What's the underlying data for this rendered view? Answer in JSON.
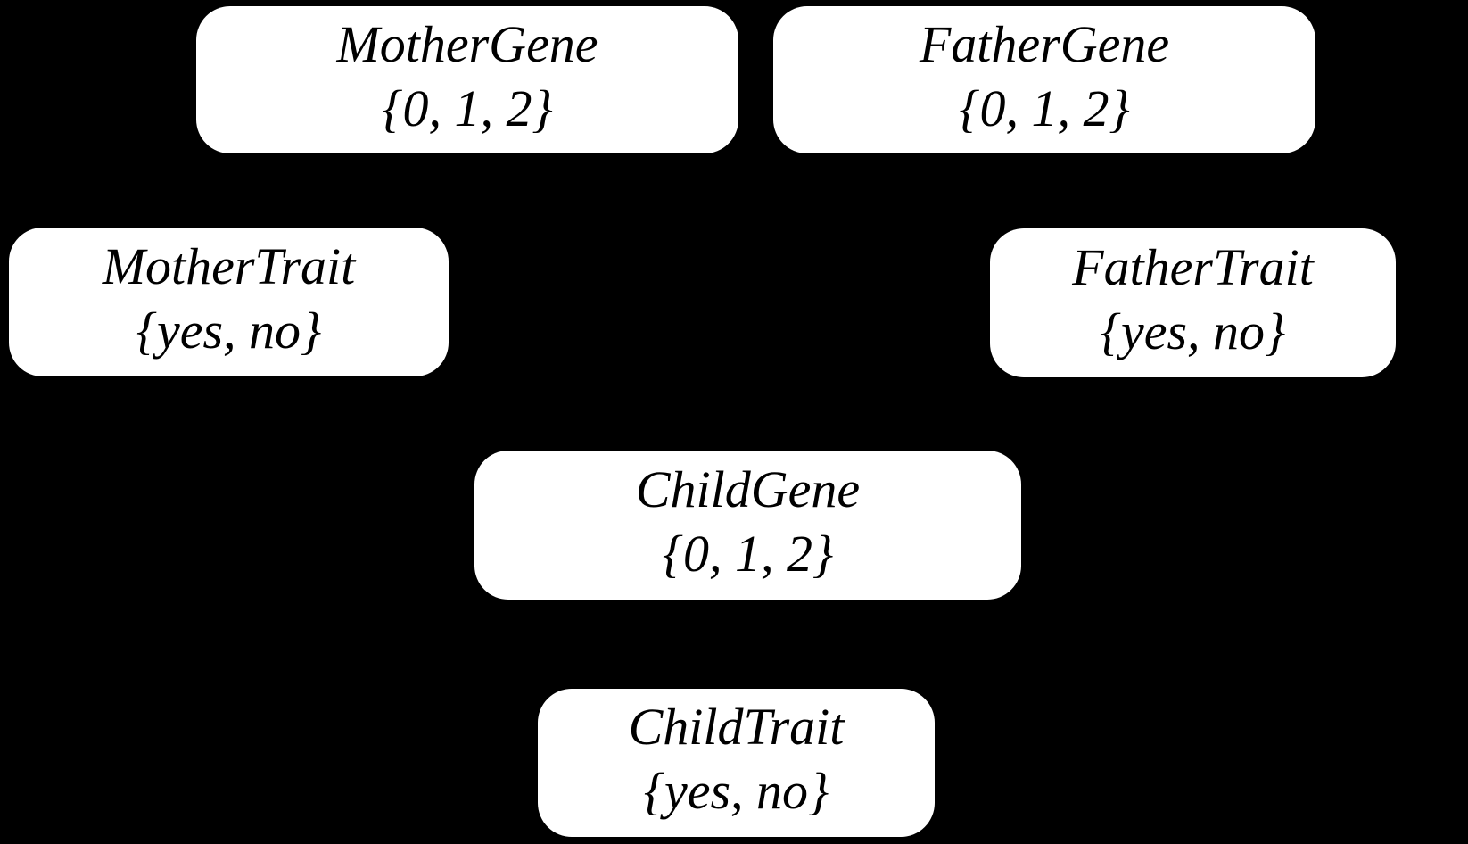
{
  "colors": {
    "background": "#000000",
    "node_fill": "#ffffff",
    "node_text": "#000000"
  },
  "nodes": [
    {
      "label": "MotherGene",
      "values": "{0, 1, 2}"
    },
    {
      "label": "FatherGene",
      "values": "{0, 1, 2}"
    },
    {
      "label": "MotherTrait",
      "values": "{yes, no}"
    },
    {
      "label": "FatherTrait",
      "values": "{yes, no}"
    },
    {
      "label": "ChildGene",
      "values": "{0, 1, 2}"
    },
    {
      "label": "ChildTrait",
      "values": "{yes, no}"
    }
  ]
}
